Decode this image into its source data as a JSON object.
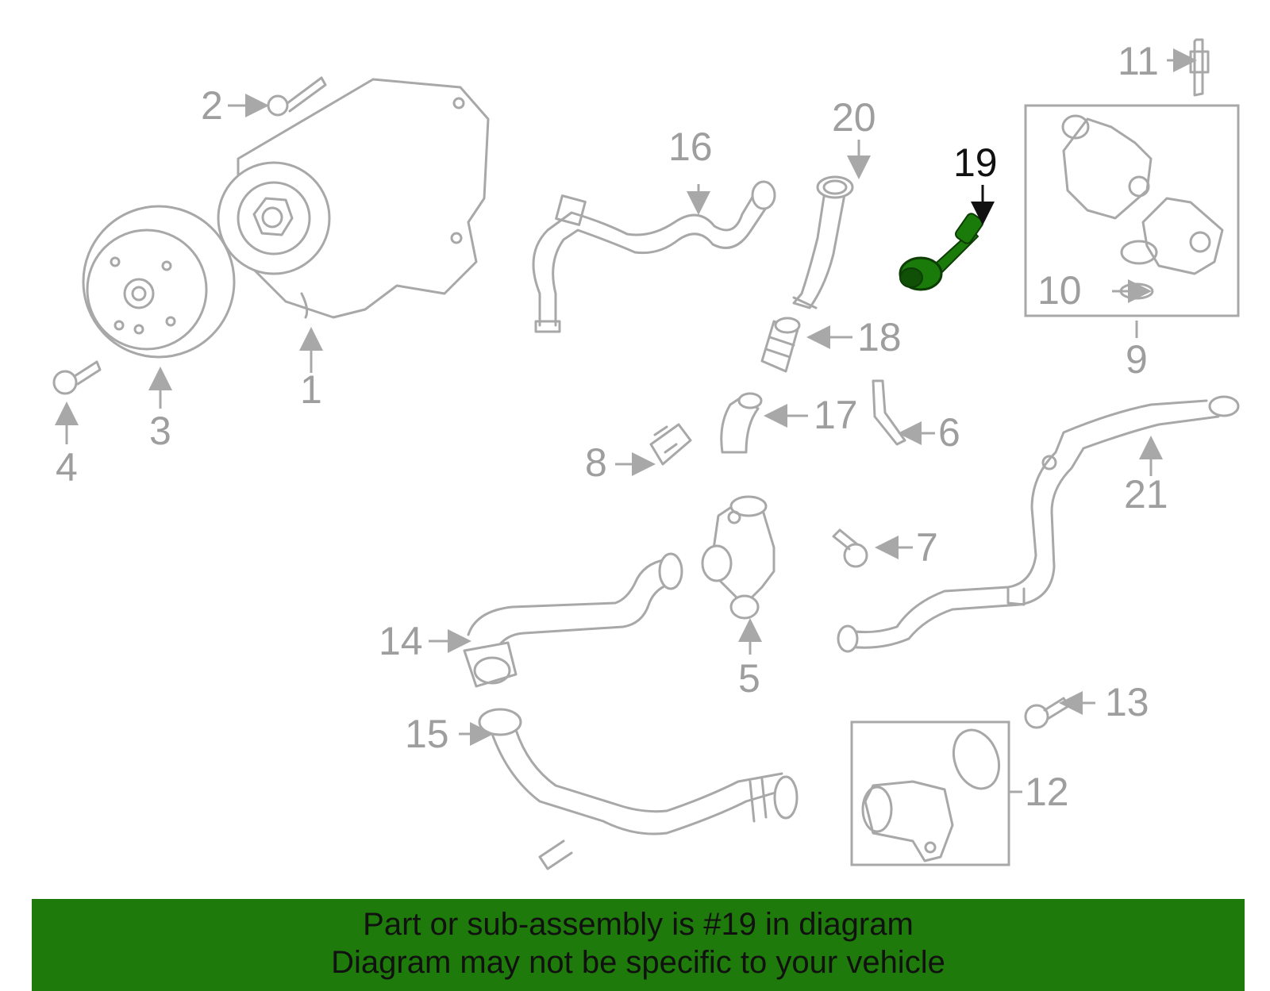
{
  "diagram": {
    "callouts": [
      "1",
      "2",
      "3",
      "4",
      "5",
      "6",
      "7",
      "8",
      "9",
      "10",
      "11",
      "12",
      "13",
      "14",
      "15",
      "16",
      "17",
      "18",
      "19",
      "20",
      "21"
    ],
    "highlighted_callout": "19",
    "colors": {
      "line_art": "#a8a8a8",
      "label": "#9e9e9e",
      "highlight_part": "#1a7a0a",
      "highlight_label": "#111111"
    }
  },
  "banner": {
    "line1": "Part or sub-assembly is #19 in diagram",
    "line2": "Diagram may not be specific to your vehicle",
    "color": "#1e7a0a"
  }
}
